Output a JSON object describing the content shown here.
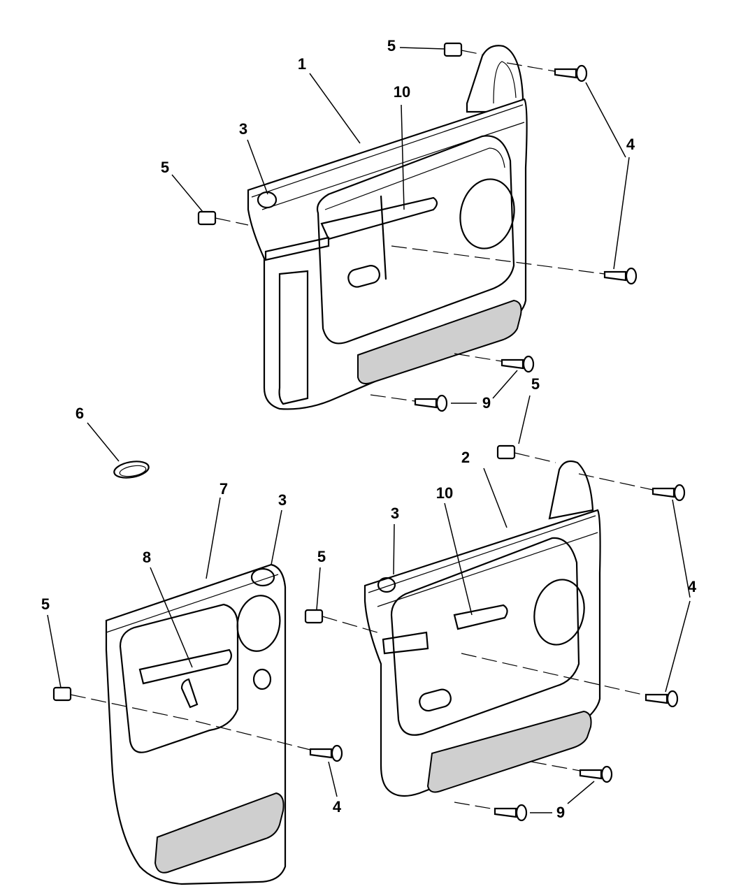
{
  "diagram": {
    "subject": "Door trim panels exploded view",
    "callouts": [
      {
        "id": "c1",
        "label": "1"
      },
      {
        "id": "c2",
        "label": "2"
      },
      {
        "id": "c3a",
        "label": "3"
      },
      {
        "id": "c3b",
        "label": "3"
      },
      {
        "id": "c3c",
        "label": "3"
      },
      {
        "id": "c4a",
        "label": "4"
      },
      {
        "id": "c4b",
        "label": "4"
      },
      {
        "id": "c4c",
        "label": "4"
      },
      {
        "id": "c4d",
        "label": "4"
      },
      {
        "id": "c4e",
        "label": "4"
      },
      {
        "id": "c5a",
        "label": "5"
      },
      {
        "id": "c5b",
        "label": "5"
      },
      {
        "id": "c5c",
        "label": "5"
      },
      {
        "id": "c5d",
        "label": "5"
      },
      {
        "id": "c5e",
        "label": "5"
      },
      {
        "id": "c6",
        "label": "6"
      },
      {
        "id": "c7",
        "label": "7"
      },
      {
        "id": "c8",
        "label": "8"
      },
      {
        "id": "c9a",
        "label": "9"
      },
      {
        "id": "c9b",
        "label": "9"
      },
      {
        "id": "c9c",
        "label": "9"
      },
      {
        "id": "c9d",
        "label": "9"
      },
      {
        "id": "c10a",
        "label": "10"
      },
      {
        "id": "c10b",
        "label": "10"
      }
    ],
    "parts": [
      {
        "number": "1",
        "name": "front door trim panel (upper)"
      },
      {
        "number": "2",
        "name": "front door trim panel (lower)"
      },
      {
        "number": "3",
        "name": "lock knob bezel"
      },
      {
        "number": "4",
        "name": "screw"
      },
      {
        "number": "5",
        "name": "retainer clip"
      },
      {
        "number": "6",
        "name": "bezel ring"
      },
      {
        "number": "7",
        "name": "rear door trim panel"
      },
      {
        "number": "8",
        "name": "pull handle"
      },
      {
        "number": "9",
        "name": "screw"
      },
      {
        "number": "10",
        "name": "pull handle"
      }
    ]
  }
}
